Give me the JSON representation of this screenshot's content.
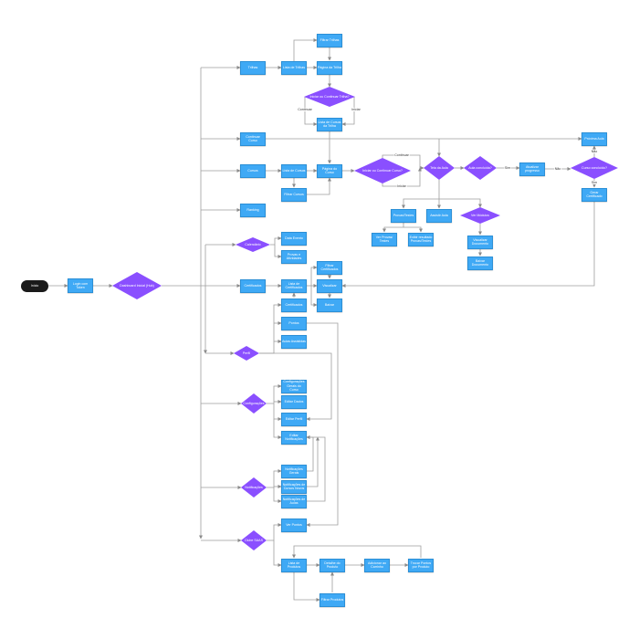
{
  "colors": {
    "process": "#3fa9f5",
    "decision": "#8a4fff",
    "start": "#1a1a1a",
    "edge": "#9e9e9e"
  },
  "nodes": {
    "inicio": "Início",
    "login": "Login com Token",
    "dashboard": "Dashboard Inicial (Hub)",
    "trilhas": "Trilhas",
    "lista_trilhas": "Lista de Trilhas",
    "filtrar_trilhas": "Filtrar Trilhas",
    "pagina_trilha": "Página da Trilha",
    "iniciar_trilha": "Iniciar ou Continuar Trilha?",
    "cursos_trilha": "Lista de Cursos da Trilha",
    "continuar_curso": "Continuar Curso",
    "cursos": "Cursos",
    "lista_cursos": "Lista de Cursos",
    "filtrar_cursos": "Filtrar Cursos",
    "pagina_curso": "Página do Curso",
    "iniciar_curso": "Iniciar ou Continuar Curso?",
    "tela_aula": "Tela da Aula",
    "aula_concluida": "Aula concluída?",
    "atualizar": "Atualizar progresso",
    "curso_concluido": "Curso concluído?",
    "proxima_aula": "Próxima Aula",
    "gerar_cert": "Gerar Certificado",
    "provas": "Provas/Testes",
    "assistir": "Assistir Aula",
    "ver_modulos": "Ver Módulos",
    "ver_provas": "Ver Provas/ Testes",
    "exibir_res": "Exibir resultado Provas/Testes",
    "visualizar_doc": "Visualizar Documento",
    "baixar_doc": "Baixar Documento",
    "ranking": "Ranking",
    "calendario": "Calendário",
    "data_evento": "Data Evento",
    "provas_ativ": "Provas e Atividades",
    "certificados": "Certificados",
    "lista_cert": "Lista de Certificados",
    "filtrar_cert": "Filtrar Certificados",
    "visualizar": "Visualizar",
    "baixar": "Baixar",
    "perfil": "Perfil",
    "perfil_cert": "Certificados",
    "pontos": "Pontos",
    "aulas_assist": "Aulas Assistidas",
    "config": "Configurações",
    "config_gerais": "Configurações Gerais do Curso",
    "editar_dados": "Editar Dados",
    "editar_perfil": "Editar Perfil",
    "editar_notif": "Editar Notificações",
    "notif": "Notificações",
    "notif_gerais": "Notificações Gerais",
    "notif_cursos": "Notificações de Cursos Novos",
    "notif_aulas": "Notificações de Aulas",
    "clube": "Clube SAAS",
    "ver_pontos": "Ver Pontos",
    "lista_prod": "Lista de Produtos",
    "detalhe_prod": "Detalhe do Produto",
    "add_carrinho": "Adicionar ao Carrinho",
    "trocar": "Trocar Pontos por Produto",
    "filtrar_prod": "Filtrar Produtos"
  },
  "edge_labels": {
    "trilha_continuar": "Continuar",
    "trilha_iniciar": "Iniciar",
    "curso_continuar": "Continuar",
    "curso_iniciar": "Iniciar",
    "aula_sim": "Sim",
    "progresso_nao": "Não",
    "curso_nao": "Não",
    "curso_sim": "Sim"
  }
}
